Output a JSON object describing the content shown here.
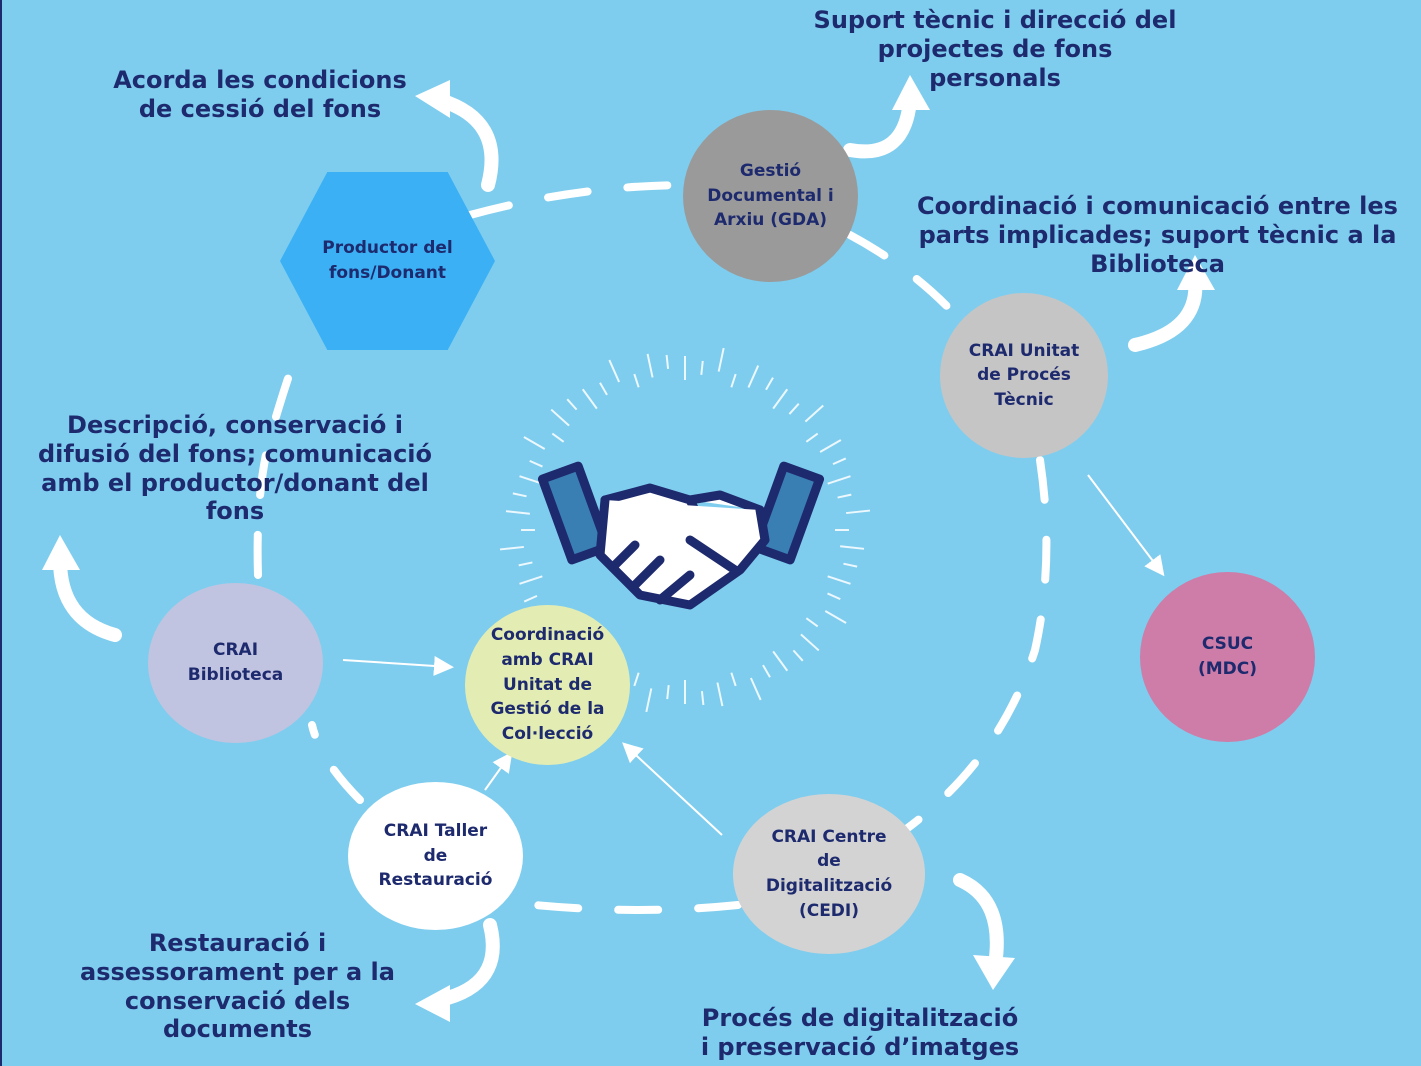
{
  "nodes": {
    "productor": "Productor del fons/Donant",
    "gda": "Gestió Documental i Arxiu (GDA)",
    "proces_tecnic": "CRAI Unitat de Procés Tècnic",
    "csuc": "CSUC (MDC)",
    "biblioteca": "CRAI Biblioteca",
    "coordinacio": "Coordinació amb CRAI Unitat de Gestió de la Col·lecció",
    "taller": "CRAI Taller de Restauració",
    "cedi": "CRAI Centre de Digitalització (CEDI)"
  },
  "labels": {
    "acorda": "Acorda les condicions de cessió del fons",
    "suport_gda": "Suport tècnic i direcció del projectes de fons personals",
    "coordinacio_parts": "Coordinació i comunicació entre les parts implicades; suport tècnic a la Biblioteca",
    "descripcio": "Descripció, conservació i difusió del fons; comunicació amb el productor/donant del fons",
    "restauracio": "Restauració i assessorament per a la conservació dels documents",
    "digitalitzacio": "Procés de digitalització i preservació d’imatges"
  },
  "colors": {
    "background": "#7ecdee",
    "text": "#1e2a6e",
    "productor": "#3bb0f5",
    "gda": "#9a9a9a",
    "proces_tecnic": "#c5c5c5",
    "csuc": "#cd7da8",
    "biblioteca": "#c0c4e0",
    "coordinacio": "#e3edb3",
    "taller": "#ffffff",
    "cedi": "#d3d3d3"
  },
  "icons": [
    "handshake-icon",
    "curved-arrow-icon"
  ]
}
